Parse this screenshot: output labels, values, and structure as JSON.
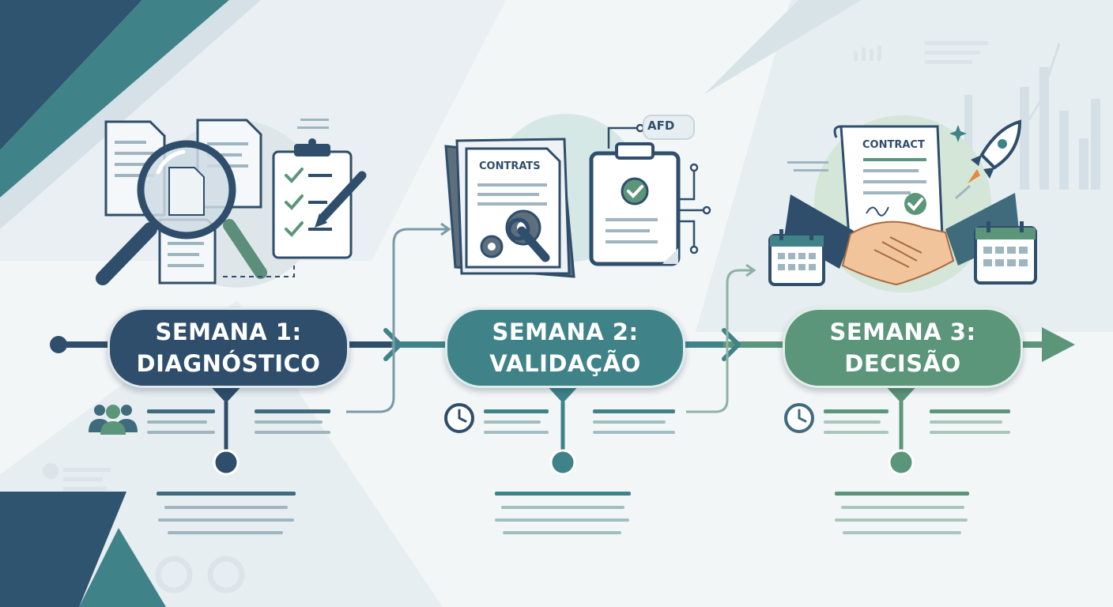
{
  "stages": [
    {
      "line1": "SEMANA 1:",
      "line2": "DIAGNÓSTICO"
    },
    {
      "line1": "SEMANA 2:",
      "line2": "VALIDAÇÃO"
    },
    {
      "line1": "SEMANA 3:",
      "line2": "DECISÃO"
    }
  ],
  "labels": {
    "contrats": "CONTRATS",
    "afd": "AFD",
    "contract": "CONTRACT"
  },
  "icons": {
    "stage1": [
      "documents-icon",
      "magnifier-icon",
      "clipboard-checklist-icon",
      "pen-icon",
      "team-icon"
    ],
    "stage2": [
      "contracts-folder-icon",
      "gear-icon",
      "wrench-icon",
      "clipboard-check-icon",
      "clock-icon"
    ],
    "stage3": [
      "contract-icon",
      "handshake-icon",
      "calendar-icon",
      "rocket-icon",
      "clock-icon"
    ]
  },
  "colors": {
    "navy": "#2f4e6c",
    "teal": "#3f8388",
    "green": "#5b957a"
  }
}
